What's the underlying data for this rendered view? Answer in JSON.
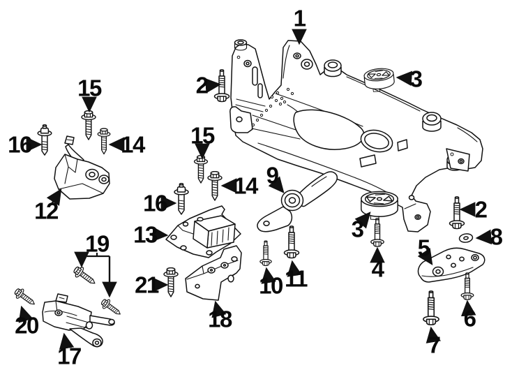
{
  "diagram": {
    "kind": "exploded-parts-diagram",
    "background_color": "#ffffff",
    "line_color": "#111111",
    "label_color": "#0a0a0a"
  },
  "callouts": [
    {
      "text": "1",
      "part": "subframe-crossmember"
    },
    {
      "text": "2",
      "part": "flange-bolt"
    },
    {
      "text": "3",
      "part": "rubber-mount-bushing"
    },
    {
      "text": "15",
      "part": "flange-bolt"
    },
    {
      "text": "16",
      "part": "stud-bolt"
    },
    {
      "text": "14",
      "part": "flange-bolt"
    },
    {
      "text": "12",
      "part": "engine-mount-bracket"
    },
    {
      "text": "15",
      "part": "flange-bolt"
    },
    {
      "text": "16",
      "part": "stud-bolt"
    },
    {
      "text": "14",
      "part": "flange-bolt"
    },
    {
      "text": "13",
      "part": "transmission-mount-bracket"
    },
    {
      "text": "9",
      "part": "torque-strut-mount"
    },
    {
      "text": "3",
      "part": "rubber-mount-bushing"
    },
    {
      "text": "4",
      "part": "flange-bolt"
    },
    {
      "text": "2",
      "part": "flange-bolt"
    },
    {
      "text": "8",
      "part": "washer"
    },
    {
      "text": "5",
      "part": "support-bracket"
    },
    {
      "text": "6",
      "part": "flange-bolt"
    },
    {
      "text": "7",
      "part": "flange-bolt"
    },
    {
      "text": "10",
      "part": "flange-bolt"
    },
    {
      "text": "11",
      "part": "flange-bolt"
    },
    {
      "text": "17",
      "part": "engine-support-bracket"
    },
    {
      "text": "18",
      "part": "mount-support-block"
    },
    {
      "text": "19",
      "part": "flange-bolt-pair"
    },
    {
      "text": "20",
      "part": "flange-bolt"
    },
    {
      "text": "21",
      "part": "flange-bolt"
    }
  ]
}
